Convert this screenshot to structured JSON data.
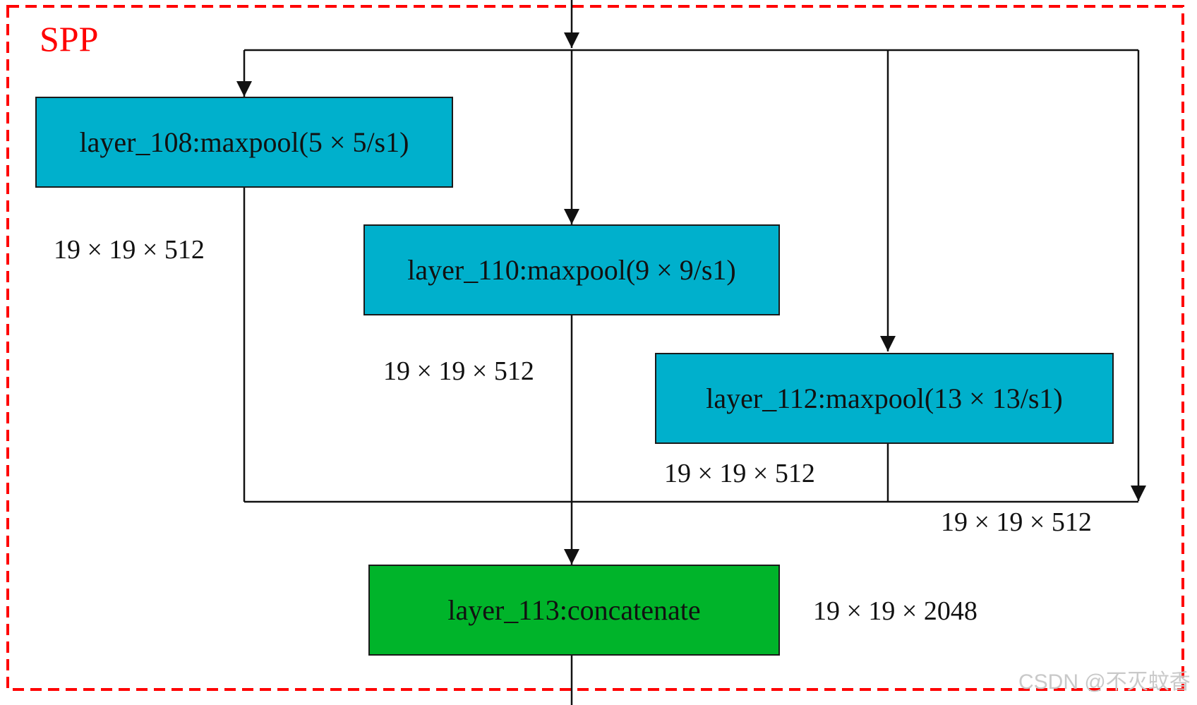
{
  "group": {
    "title": "SPP",
    "border_color": "#ff0000"
  },
  "nodes": {
    "maxpool_108": {
      "label": "layer_108:maxpool(5 × 5/s1)",
      "fill": "#00b0cc"
    },
    "maxpool_110": {
      "label": "layer_110:maxpool(9 × 9/s1)",
      "fill": "#00b0cc"
    },
    "maxpool_112": {
      "label": "layer_112:maxpool(13 × 13/s1)",
      "fill": "#00b0cc"
    },
    "concat_113": {
      "label": "layer_113:concatenate",
      "fill": "#00b42a"
    }
  },
  "dims": {
    "out_108": "19 × 19 × 512",
    "out_110": "19 × 19 × 512",
    "out_112": "19 × 19 × 512",
    "skip": "19 × 19 × 512",
    "concat": "19 × 19 × 2048"
  },
  "watermark": "CSDN @不灭蚊香"
}
